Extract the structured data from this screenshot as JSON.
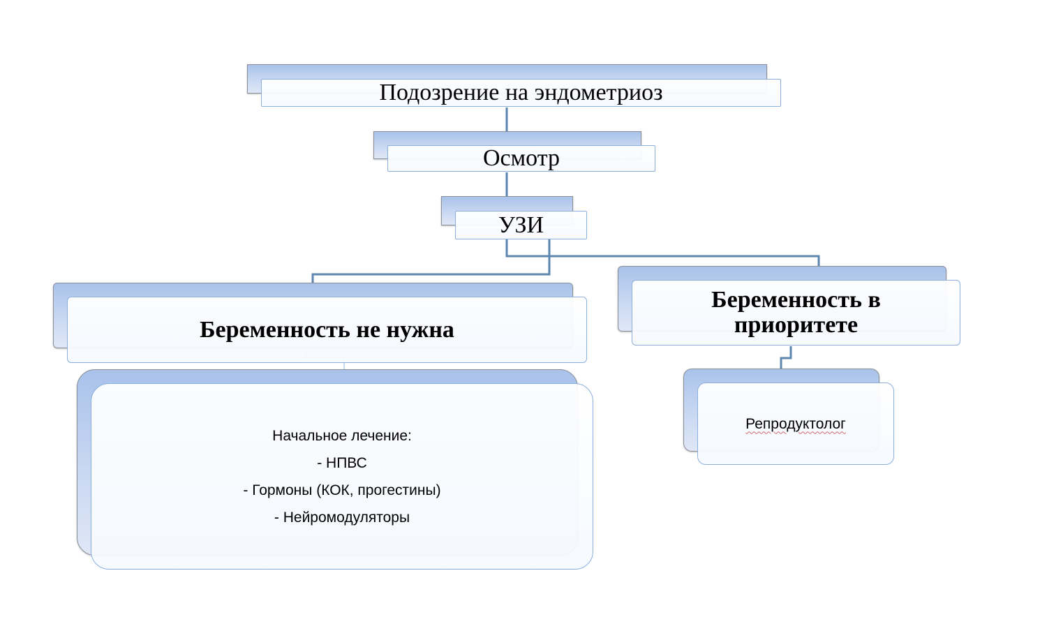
{
  "flowchart": {
    "suspicion": {
      "text": "Подозрение на эндометриоз"
    },
    "exam": {
      "text": "Осмотр"
    },
    "ultrasound": {
      "text": "УЗИ"
    },
    "no_pregnancy": {
      "text": "Беременность не нужна"
    },
    "pregnancy_priority": {
      "line1": "Беременность в",
      "line2": "приоритете"
    },
    "initial_treatment": {
      "title": "Начальное лечение:",
      "items": [
        "- НПВС",
        "- Гормоны (КОК, прогестины)",
        "- Нейромодуляторы"
      ]
    },
    "reproductologist": {
      "text": "Репродуктолог"
    }
  },
  "colors": {
    "connector": "#5b86b0",
    "front_border": "#8aaede",
    "back_fill": "#a9c2ea",
    "spellcheck": "#d06a6a"
  }
}
